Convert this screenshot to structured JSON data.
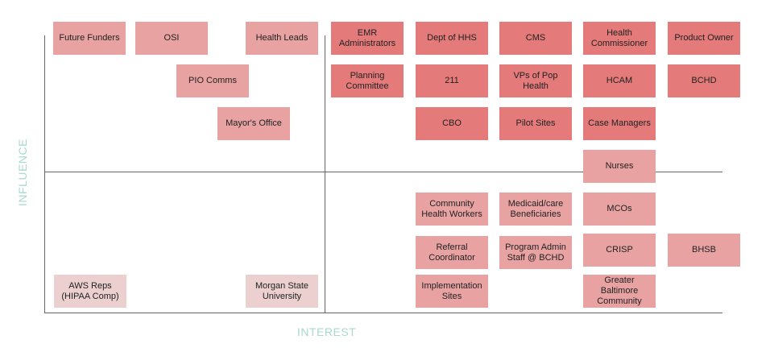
{
  "axes": {
    "x_label": "INTEREST",
    "y_label": "INFLUENCE",
    "label_color": "#a8d8cf"
  },
  "legend_colors": {
    "high": "#e47a7a",
    "medium": "#e9a2a2",
    "low": "#ecd0d0"
  },
  "stakeholders": {
    "future_funders": "Future Funders",
    "osi": "OSI",
    "health_leads": "Health Leads",
    "emr_admins": "EMR Administrators",
    "dept_hhs": "Dept of HHS",
    "cms": "CMS",
    "health_commissioner": "Health Commissioner",
    "product_owner": "Product Owner",
    "pio_comms": "PIO Comms",
    "planning_committee": "Planning Committee",
    "two_eleven": "211",
    "vps_pop_health": "VPs of Pop Health",
    "hcam": "HCAM",
    "bchd": "BCHD",
    "mayors_office": "Mayor's Office",
    "cbo": "CBO",
    "pilot_sites": "Pilot Sites",
    "case_managers": "Case Managers",
    "nurses": "Nurses",
    "chw": "Community Health Workers",
    "medicaid_beneficiaries": "Medicaid/care Beneficiaries",
    "mcos": "MCOs",
    "referral_coordinator": "Referral Coordinator",
    "program_admin": "Program Admin Staff @ BCHD",
    "crisp": "CRISP",
    "bhsb": "BHSB",
    "aws_reps": "AWS Reps (HIPAA Comp)",
    "morgan_state": "Morgan State University",
    "implementation_sites": "Implementation Sites",
    "greater_baltimore": "Greater Baltimore Community"
  }
}
